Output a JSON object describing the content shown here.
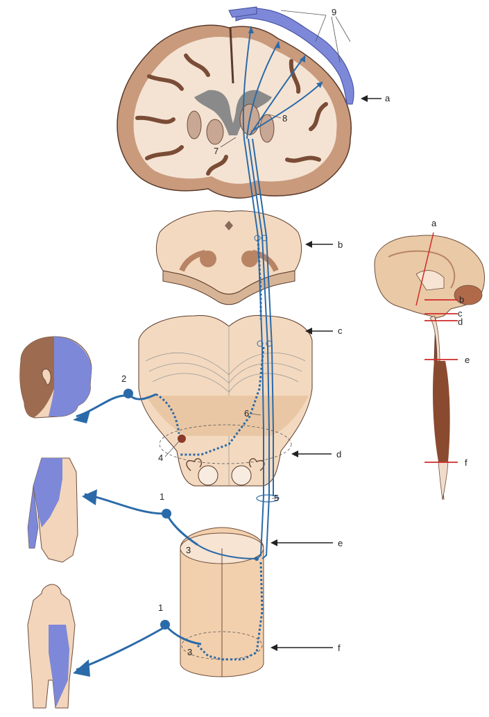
{
  "labels": {
    "n1a": "1",
    "n1b": "1",
    "n2": "2",
    "n3a": "3",
    "n3b": "3",
    "n4": "4",
    "n5": "5",
    "n6": "6",
    "n7": "7",
    "n8": "8",
    "n9": "9",
    "la": "a",
    "lb": "b",
    "lc": "c",
    "ld": "d",
    "le": "e",
    "lf": "f",
    "ia": "a",
    "ib": "b",
    "ic": "c",
    "id": "d",
    "ie": "e",
    "if": "f"
  },
  "colors": {
    "pathway": "#2a6aa8",
    "sensory_area": "#7d88d8",
    "cortex": "#c99a7c",
    "tissue": "#f3d9bf",
    "skin": "#f2d5bb",
    "section_line": "#d12a2a"
  }
}
